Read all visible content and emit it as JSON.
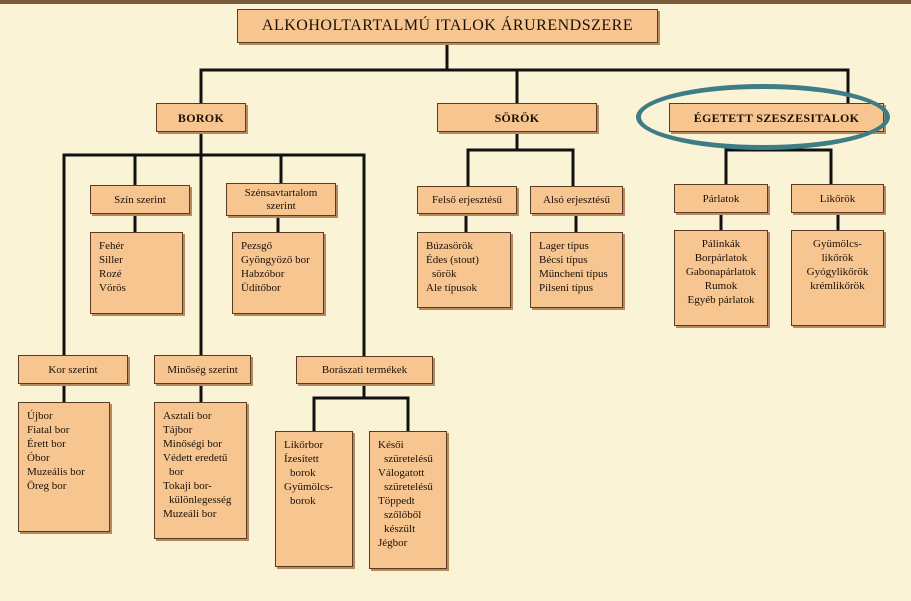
{
  "title": "ALKOHOLTARTALMÚ ITALOK ÁRURENDSZERE",
  "categories": {
    "borok": "BOROK",
    "sorok": "SÖRÖK",
    "egetett": "ÉGETETT SZESZESITALOK"
  },
  "borok": {
    "szin": {
      "title": "Szín szerint",
      "items": [
        "Fehér",
        "Siller",
        "Rozé",
        "Vörös"
      ]
    },
    "szensav": {
      "title_lines": [
        "Szénsavtartalom",
        "szerint"
      ],
      "items": [
        "Pezsgő",
        "Gyöngyöző bor",
        "Habzóbor",
        "Üdítőbor"
      ]
    },
    "kor": {
      "title": "Kor szerint",
      "items": [
        "Újbor",
        "Fiatal bor",
        "Érett bor",
        "Óbor",
        "Muzeális bor",
        "Öreg bor"
      ]
    },
    "minoseg": {
      "title": "Minőség szerint",
      "items": [
        "Asztali bor",
        "Tájbor",
        "Minőségi bor",
        "Védett eredetű",
        "bor",
        "Tokaji bor-",
        "különlegesség",
        "Muzeáli bor"
      ]
    },
    "boraszati": {
      "title": "Borászati termékek",
      "left_items": [
        "Likőrbor",
        "Ízesített",
        "borok",
        "Gyümölcs-",
        "borok"
      ],
      "right_items": [
        "Késői",
        "szüretelésű",
        "Válogatott",
        "szüretelésű",
        "Töppedt",
        "szőlőből",
        "készült",
        "Jégbor"
      ]
    }
  },
  "sorok": {
    "felso": {
      "title": "Felső erjesztésű",
      "items": [
        "Búzasörök",
        "Édes (stout)",
        "sörök",
        "Ale típusok"
      ]
    },
    "also": {
      "title": "Alsó erjesztésű",
      "items": [
        "Lager típus",
        "Bécsi típus",
        "Müncheni típus",
        "Pilseni típus"
      ]
    }
  },
  "egetett": {
    "parlatok": {
      "title": "Párlatok",
      "items": [
        "Pálinkák",
        "Borpárlatok",
        "Gabonapárlatok",
        "Rumok",
        "Egyéb párlatok"
      ]
    },
    "likorok": {
      "title": "Likőrök",
      "items": [
        "Gyümölcs-",
        "likőrök",
        "Gyógylikőrök",
        "krémlikőrök"
      ]
    }
  },
  "colors": {
    "background": "#fbf3d6",
    "box_fill": "#f7c58f",
    "connector": "#111111",
    "highlight_ring": "#3f7d86"
  }
}
